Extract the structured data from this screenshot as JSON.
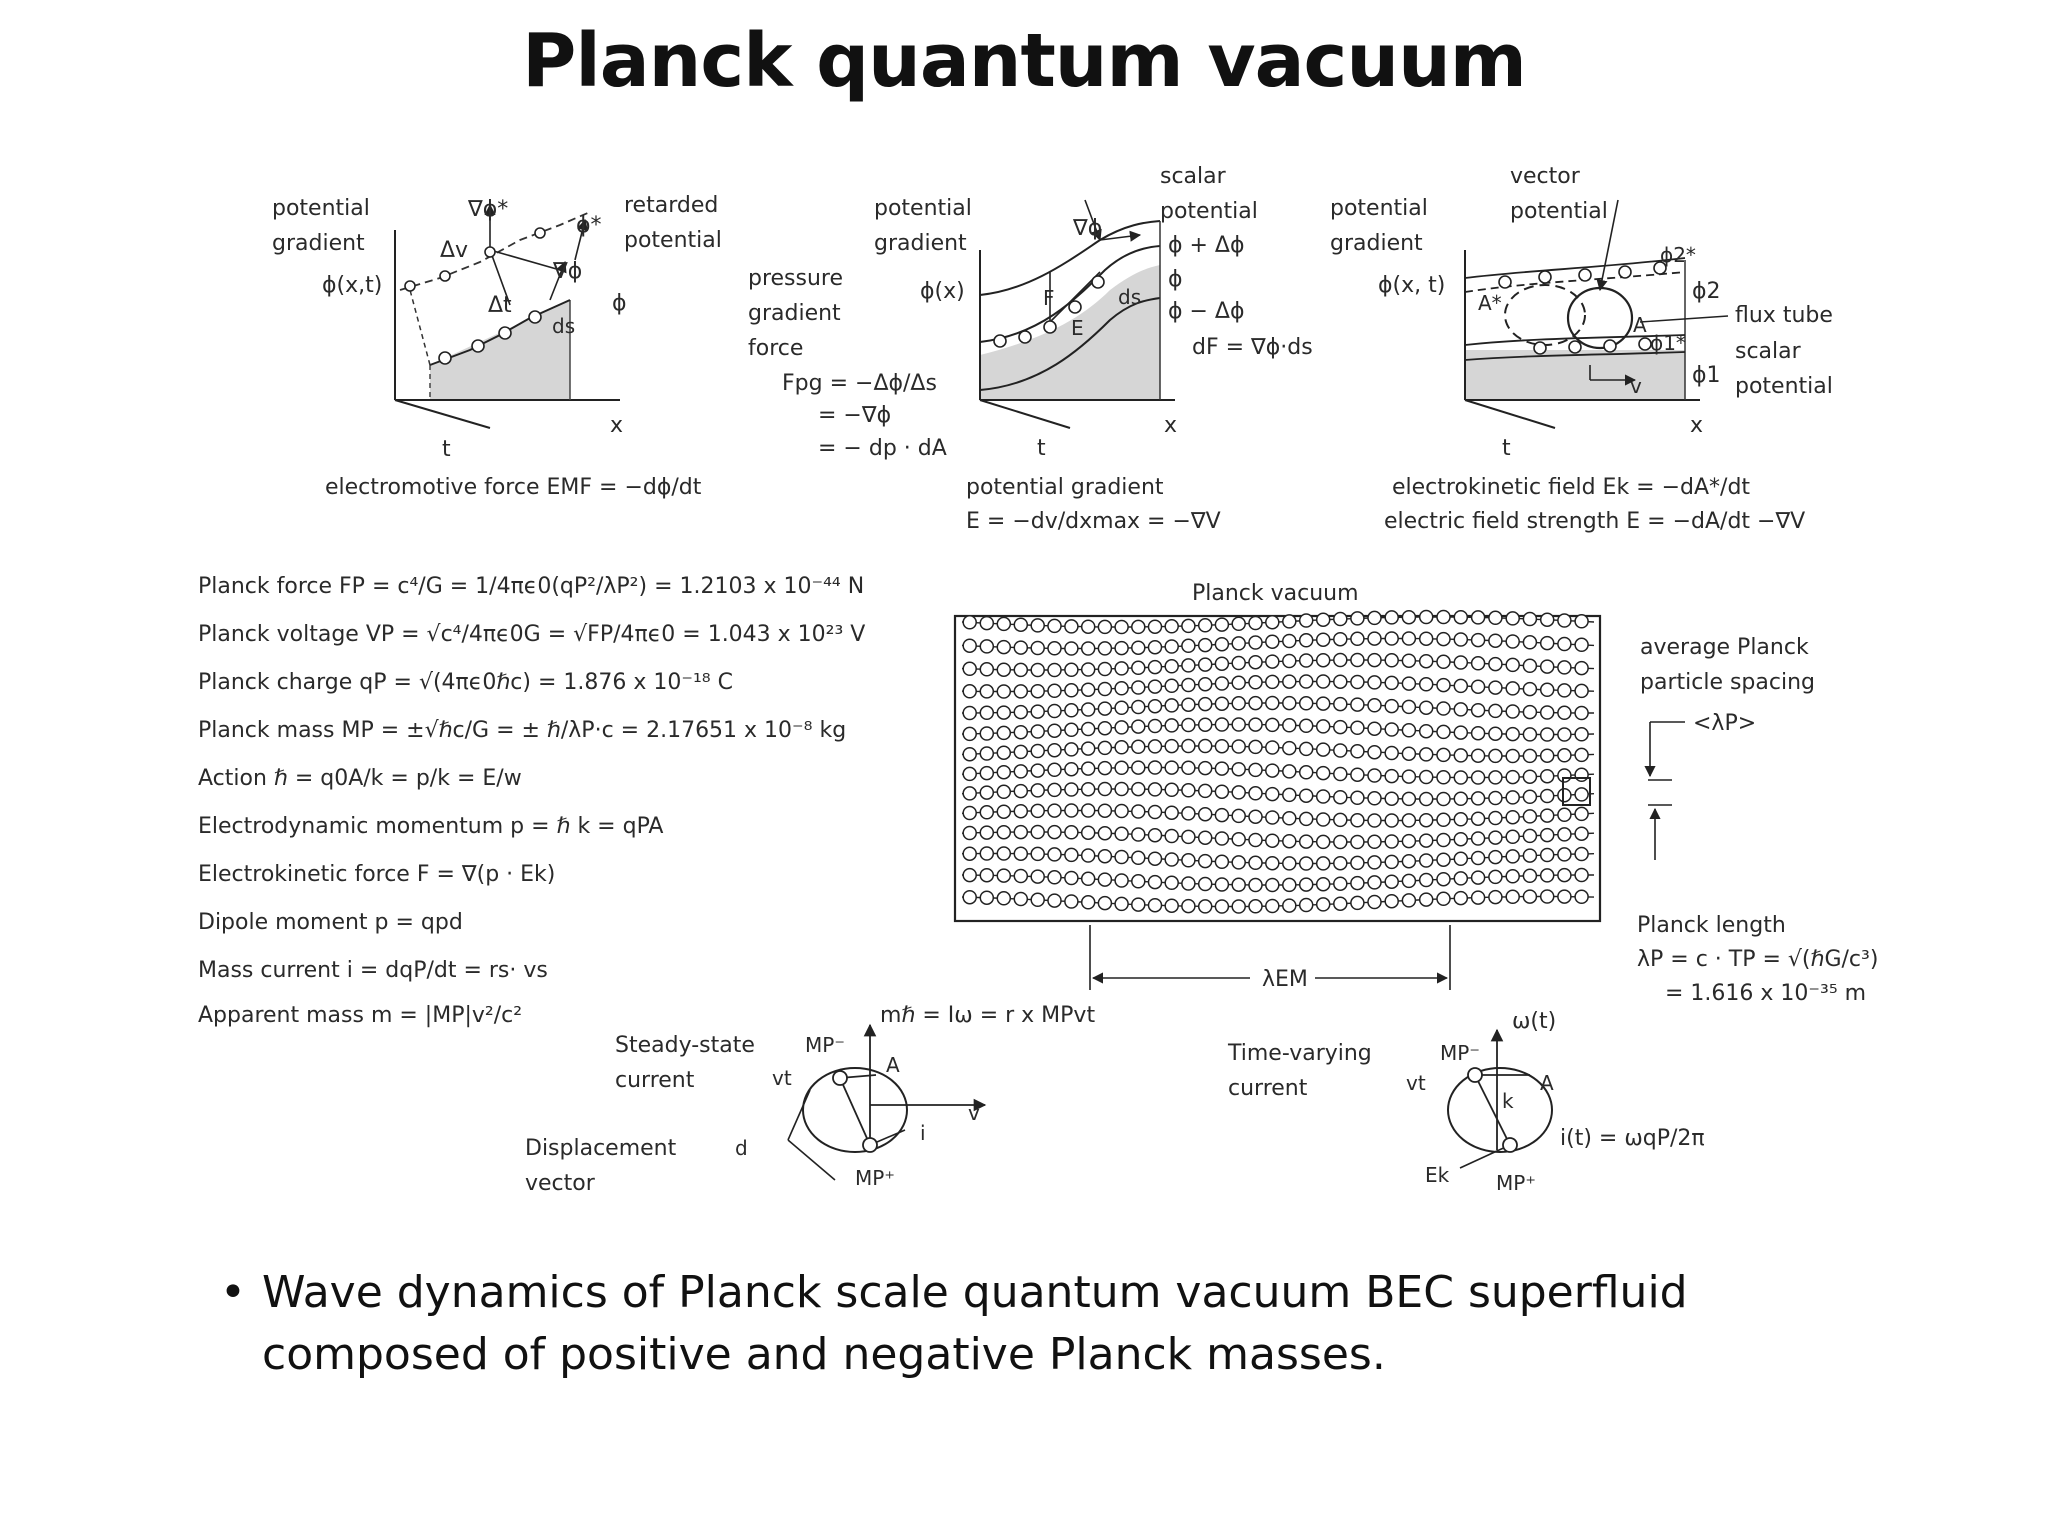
{
  "title": "Planck quantum vacuum",
  "diagrams": {
    "d1": {
      "potential_gradient": [
        "potential",
        "gradient"
      ],
      "phi": "ϕ(x,t)",
      "grad_phi_star": "∇ϕ*",
      "delta_v": "Δv",
      "phi_star": "ϕ*",
      "grad_phi": "∇ϕ",
      "delta_t": "Δt",
      "ds": "ds",
      "phi_right": "ϕ",
      "retarded_potential": [
        "retarded",
        "potential"
      ],
      "t": "t",
      "x": "x",
      "caption": "electromotive force EMF = −dϕ/dt"
    },
    "d2": {
      "potential_gradient": [
        "potential",
        "gradient"
      ],
      "phi": "ϕ(x)",
      "grad_phi": "∇ϕ",
      "F": "F",
      "E": "E",
      "ds": "ds",
      "scalar_potential": [
        "scalar",
        "potential"
      ],
      "phi_plus": "ϕ + Δϕ",
      "phi_mid": "ϕ",
      "phi_minus": "ϕ − Δϕ",
      "dF": "dF = ∇ϕ·ds",
      "pressure_gradient_force": [
        "pressure",
        "gradient",
        "force"
      ],
      "fpg": [
        "Fpg = −Δϕ/Δs",
        "= −∇ϕ",
        "= − dp · dA"
      ],
      "t": "t",
      "x": "x",
      "caption": [
        "potential gradient",
        "E = −dv/dxmax = −∇V"
      ]
    },
    "d3": {
      "potential_gradient": [
        "potential",
        "gradient"
      ],
      "phi": "ϕ(x, t)",
      "vector_potential": [
        "vector",
        "potential"
      ],
      "A_star": "A*",
      "A": "A",
      "phi2_star": "ϕ2*",
      "phi2": "ϕ2",
      "phi1_star": "ϕ1*",
      "phi1": "ϕ1",
      "v": "v",
      "flux_tube": "flux tube",
      "scalar_potential": [
        "scalar",
        "potential"
      ],
      "t": "t",
      "x": "x",
      "caption": [
        "electrokinetic field Ek = −dA*/dt",
        "electric field strength E = −dA/dt −∇V"
      ]
    }
  },
  "equations": [
    "Planck force FP = c⁴/G = 1/4πϵ0(qP²/λP²) = 1.2103 x 10⁻⁴⁴ N",
    "Planck voltage VP = √c⁴/4πϵ0G = √FP/4πϵ0 = 1.043 x 10²³ V",
    "Planck charge qP = √(4πϵ0ℏc) = 1.876 x 10⁻¹⁸ C",
    "Planck mass MP = ±√ℏc/G = ± ℏ/λP·c = 2.17651 x 10⁻⁸ kg",
    "Action  ℏ = q0A/k = p/k = E/w",
    "Electrodynamic momentum p = ℏ k = qPA",
    "Electrokinetic force  F = ∇(p · Ek)",
    "Dipole moment  p = qpd",
    "Mass current   i = dqP/dt = rs· vs",
    "Apparent mass   m = |MP|v²/c²"
  ],
  "vacuum": {
    "title": "Planck vacuum",
    "spacing_label": [
      "average Planck",
      "particle spacing",
      "<λP>"
    ],
    "lambda_em": "λEM",
    "planck_length": [
      "Planck length",
      "λP = c · TP = √(ℏG/c³)",
      "= 1.616 x 10⁻³⁵ m"
    ]
  },
  "currents": {
    "steady": {
      "equation": "mℏ = Iω = r x MPvt",
      "label": [
        "Steady-state",
        "current"
      ],
      "mp_minus": "MP⁻",
      "vt": "vt",
      "A": "A",
      "v": "v",
      "i": "i",
      "d": "d",
      "mp_plus": "MP⁺",
      "displacement": [
        "Displacement",
        "vector"
      ]
    },
    "varying": {
      "omega": "ω(t)",
      "label": [
        "Time-varying",
        "current"
      ],
      "mp_minus": "MP⁻",
      "vt": "vt",
      "k": "k",
      "A": "A",
      "it": "i(t) = ωqP/2π",
      "ek": "Ek",
      "mp_plus": "MP⁺"
    }
  },
  "bullet": "Wave dynamics of Planck scale quantum vacuum BEC superfluid composed of positive and negative Planck masses."
}
